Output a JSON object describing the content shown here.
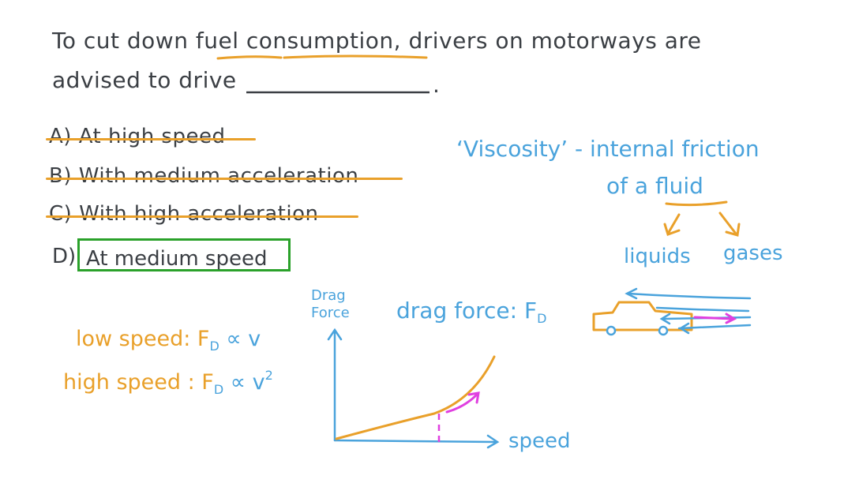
{
  "question": {
    "line1_prefix": "To cut down ",
    "line1_highlight": "fuel consumption",
    "line1_suffix": ", drivers on motorways are",
    "line2": "advised to drive",
    "line2_end": "."
  },
  "options": {
    "a": "A) At high speed",
    "b": "B) With medium acceleration",
    "c": "C) With high acceleration",
    "d_letter": "D)",
    "d_text": "At medium speed"
  },
  "notes": {
    "viscosity_line1": "‘Viscosity’ - internal friction",
    "viscosity_line2": "of a fluid",
    "liquids": "liquids",
    "gases": "gases",
    "drag_force_label": "drag force: F",
    "drag_force_sub": "D",
    "low_speed_prefix": "low speed: F",
    "low_speed_sub": "D",
    "low_speed_suffix": " ∝ v",
    "high_speed_prefix": "high speed : F",
    "high_speed_sub": "D",
    "high_speed_suffix": " ∝ v",
    "high_speed_sup": "2"
  },
  "graph": {
    "y_label_line1": "Drag",
    "y_label_line2": "Force",
    "x_label": "speed"
  },
  "colors": {
    "ink": "#3b3f44",
    "blue": "#4aa3dc",
    "orange": "#e9a02a",
    "green": "#2aa12a",
    "magenta": "#e040e0"
  }
}
